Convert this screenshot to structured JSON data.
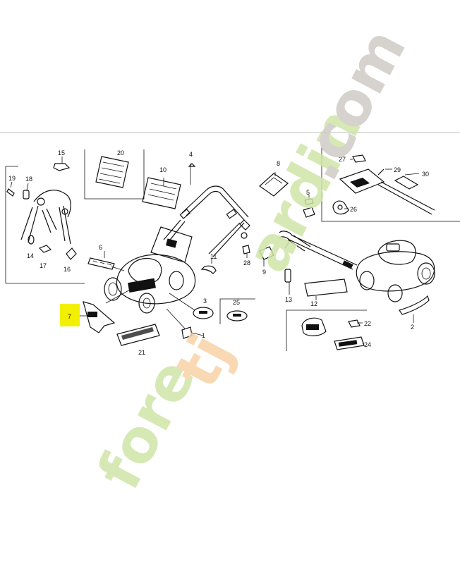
{
  "callouts": [
    "15",
    "19",
    "18",
    "14",
    "17",
    "16",
    "20",
    "10",
    "4",
    "6",
    "7",
    "21",
    "1",
    "3",
    "25",
    "11",
    "28",
    "9",
    "8",
    "5",
    "13",
    "12",
    "2",
    "27",
    "29",
    "30",
    "26",
    "22",
    "24"
  ],
  "highlight_color": "#f2f000",
  "watermark": {
    "text": "foretjardin.com",
    "colors": [
      "#cfe5a8",
      "#f7d3a6",
      "#cfcac6"
    ]
  }
}
